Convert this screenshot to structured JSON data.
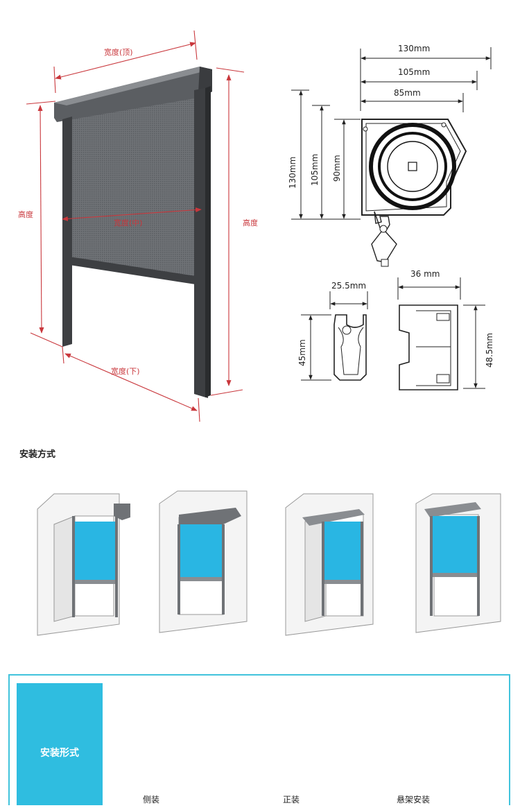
{
  "product_diagram": {
    "width_top": "宽度(顶)",
    "width_middle": "宽度(中)",
    "width_bottom": "宽度(下)",
    "height_left": "高度",
    "height_right": "高度"
  },
  "cassette_dims": {
    "w130": "130mm",
    "w105": "105mm",
    "w85": "85mm",
    "h130": "130mm",
    "h105": "105mm",
    "h90": "90mm"
  },
  "rail_dims": {
    "w25": "25.5mm",
    "h45": "45mm",
    "w36": "36 mm",
    "h48": "48.5mm"
  },
  "install_section_title": "安装方式",
  "mount_section": {
    "badge": "安装形式",
    "items": [
      "侧装",
      "正装",
      "悬架安装"
    ]
  },
  "colors": {
    "dim_red": "#c9373c",
    "frame_dark": "#3d3f42",
    "screen_blue": "#29b6e3",
    "accent_cyan": "#2fbde0"
  }
}
